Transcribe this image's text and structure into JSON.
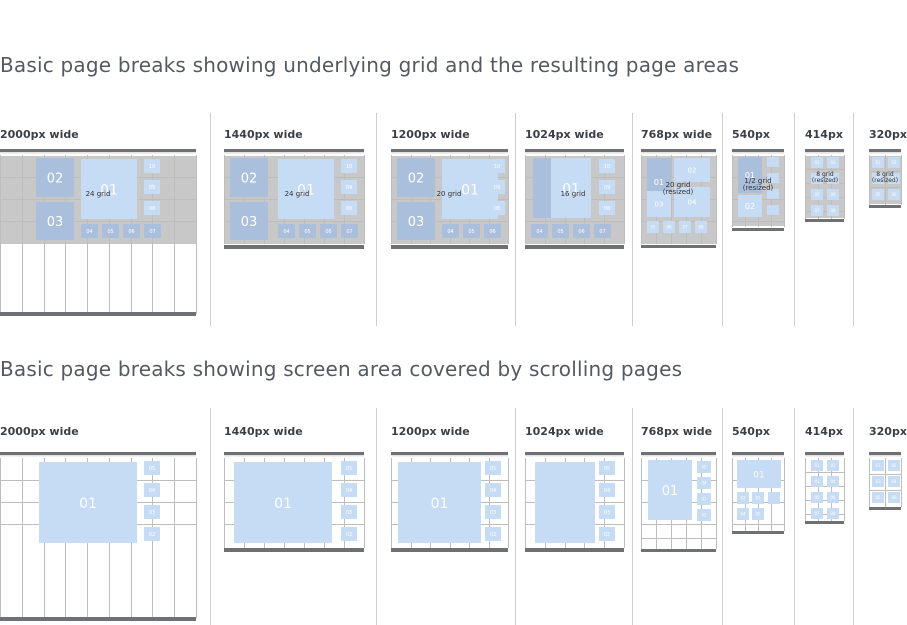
{
  "sections": [
    {
      "title": "Basic page breaks showing underlying grid and the resulting page areas",
      "columns": [
        {
          "label": "2000px wide",
          "grid_label": "24 grid",
          "blocks": [
            "02",
            "01",
            "03",
            "04",
            "05",
            "06",
            "07",
            "08",
            "09",
            "10"
          ]
        },
        {
          "label": "1440px wide",
          "grid_label": "24 grid",
          "blocks": [
            "02",
            "01",
            "03",
            "04",
            "05",
            "06",
            "07",
            "08",
            "09",
            "10"
          ]
        },
        {
          "label": "1200px wide",
          "grid_label": "20 grid",
          "blocks": [
            "02",
            "01",
            "03",
            "04",
            "05",
            "06",
            "08",
            "10"
          ]
        },
        {
          "label": "1024px wide",
          "grid_label": "16 grid",
          "blocks": [
            "01",
            "04",
            "05",
            "06",
            "07",
            "08",
            "09",
            "10"
          ]
        },
        {
          "label": "768px wide",
          "grid_label": "20 grid (resized)",
          "blocks": [
            "01",
            "02",
            "03",
            "04",
            "05",
            "06",
            "07",
            "08"
          ]
        },
        {
          "label": "540px",
          "grid_label": "12 grid (resized)",
          "blocks": [
            "01",
            "02",
            "03",
            "04"
          ]
        },
        {
          "label": "414px",
          "grid_label": "8 grid (resized)",
          "blocks": [
            "01",
            "02",
            "03",
            "04",
            "05",
            "06",
            "07",
            "08"
          ]
        },
        {
          "label": "320px",
          "grid_label": "8 grid (resized)",
          "blocks": [
            "01",
            "02",
            "03",
            "04",
            "05",
            "06"
          ]
        }
      ]
    },
    {
      "title": "Basic page breaks showing screen area covered by scrolling pages",
      "columns": [
        {
          "label": "2000px wide",
          "main_block": "01",
          "blocks": [
            "05",
            "04",
            "03",
            "02"
          ]
        },
        {
          "label": "1440px wide",
          "main_block": "01",
          "blocks": [
            "05",
            "04",
            "03",
            "02"
          ]
        },
        {
          "label": "1200px wide",
          "main_block": "01",
          "blocks": [
            "05",
            "04",
            "03",
            "02"
          ]
        },
        {
          "label": "1024px wide",
          "main_block": "",
          "blocks": [
            "05",
            "04",
            "03",
            "02"
          ]
        },
        {
          "label": "768px wide",
          "main_block": "01",
          "blocks": [
            "05",
            "04",
            "03",
            "02"
          ]
        },
        {
          "label": "540px",
          "main_block": "01",
          "blocks": [
            "02",
            "03",
            "04",
            "05"
          ]
        },
        {
          "label": "414px",
          "main_block": "",
          "blocks": [
            "01",
            "02",
            "03",
            "04",
            "05",
            "06",
            "07",
            "08"
          ]
        },
        {
          "label": "320px",
          "main_block": "",
          "blocks": [
            "01",
            "02",
            "03",
            "04",
            "05",
            "06"
          ]
        }
      ]
    }
  ],
  "colors": {
    "light_block": "#c6dbf4",
    "dark_block": "#a9bfdb",
    "grey_band": "#c8c8c8",
    "dark_bar": "#6f7074",
    "grid_line": "#bdbdbd"
  }
}
